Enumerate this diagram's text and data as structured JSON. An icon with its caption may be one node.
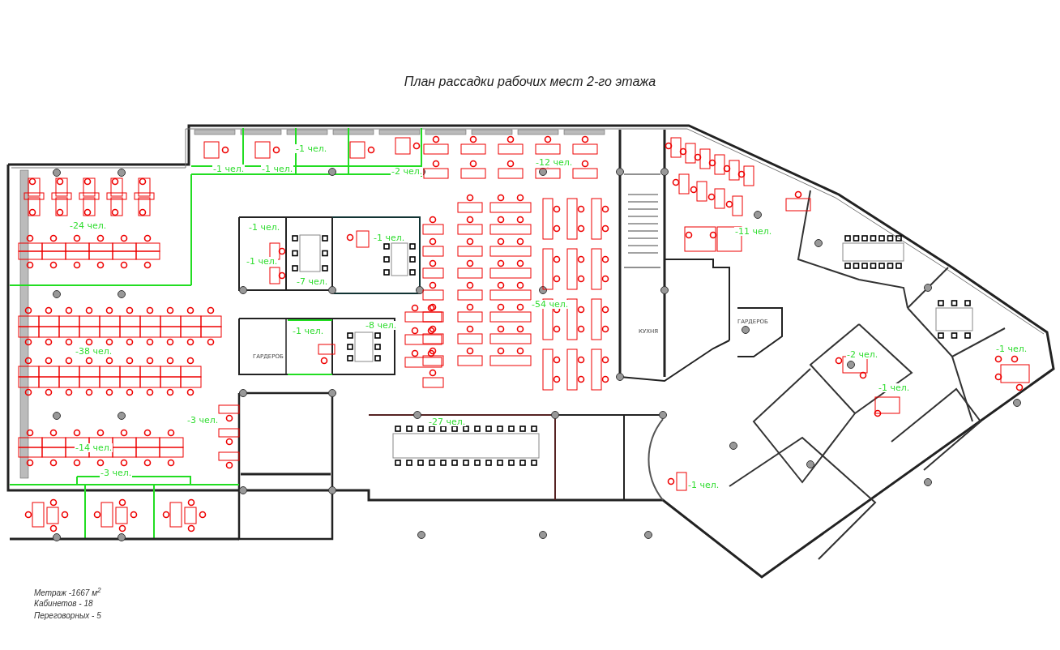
{
  "diagram": {
    "title": "План рассадки рабочих мест 2-го этажа",
    "labels": [
      "-1 чел.",
      "-1 чел.",
      "-1 чел.",
      "-2 чел.",
      "-12 чел.",
      "-24 чел.",
      "-1 чел.",
      "-1 чел.",
      "-11 чел.",
      "-1 чел.",
      "-7 чел.",
      "-54 чел.",
      "-1 чел.",
      "-8 чел.",
      "КУХНЯ",
      "ГАРДЕРОБ",
      "-38 чел.",
      "ГАРДЕРОБ",
      "-2 чел.",
      "-1 чел.",
      "-1 чел.",
      "-3 чел.",
      "-27 чел.",
      "-14 чел.",
      "-3 чел.",
      "-1 чел.",
      "Метраж -1667 м$^{2}$",
      "Кабинетов - 18",
      "Переговорных - 5"
    ]
  }
}
